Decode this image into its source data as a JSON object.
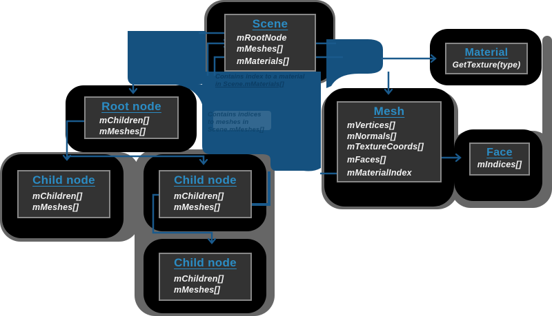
{
  "diagram": {
    "boxes": {
      "scene": {
        "title": "Scene",
        "fields": [
          "mRootNode",
          "mMeshes[]",
          "mMaterials[]"
        ]
      },
      "material": {
        "title": "Material",
        "fields": [
          "GetTexture(type)"
        ]
      },
      "mesh": {
        "title": "Mesh",
        "fields": [
          "mVertices[]",
          "mNormals[]",
          "mTextureCoords[]",
          "mFaces[]",
          "mMaterialIndex"
        ]
      },
      "face": {
        "title": "Face",
        "fields": [
          "mIndices[]"
        ]
      },
      "root_node": {
        "title": "Root node",
        "fields": [
          "mChildren[]",
          "mMeshes[]"
        ]
      },
      "child_node_1": {
        "title": "Child node",
        "fields": [
          "mChildren[]",
          "mMeshes[]"
        ]
      },
      "child_node_2": {
        "title": "Child node",
        "fields": [
          "mChildren[]",
          "mMeshes[]"
        ]
      },
      "child_node_3": {
        "title": "Child node",
        "fields": [
          "mChildren[]",
          "mMeshes[]"
        ]
      }
    },
    "annotations": {
      "material_note": {
        "line1": "Contains index to a material",
        "line2": "in Scene.mMaterials[]"
      },
      "mesh_note": {
        "line1": "Contains indices",
        "line2": "to meshes in",
        "line3": "Scene.mMeshes[]"
      }
    },
    "colors": {
      "title_blue": "#2b8cc4",
      "arrow_blue": "#1a5a8c",
      "blob_blue": "#15517f",
      "box_fill": "#333333",
      "box_border": "#888888",
      "blob_black": "#000000",
      "shadow_gray": "#666666",
      "field_text": "#f2f2f2",
      "annotation_navy": "#0b3c63"
    }
  }
}
